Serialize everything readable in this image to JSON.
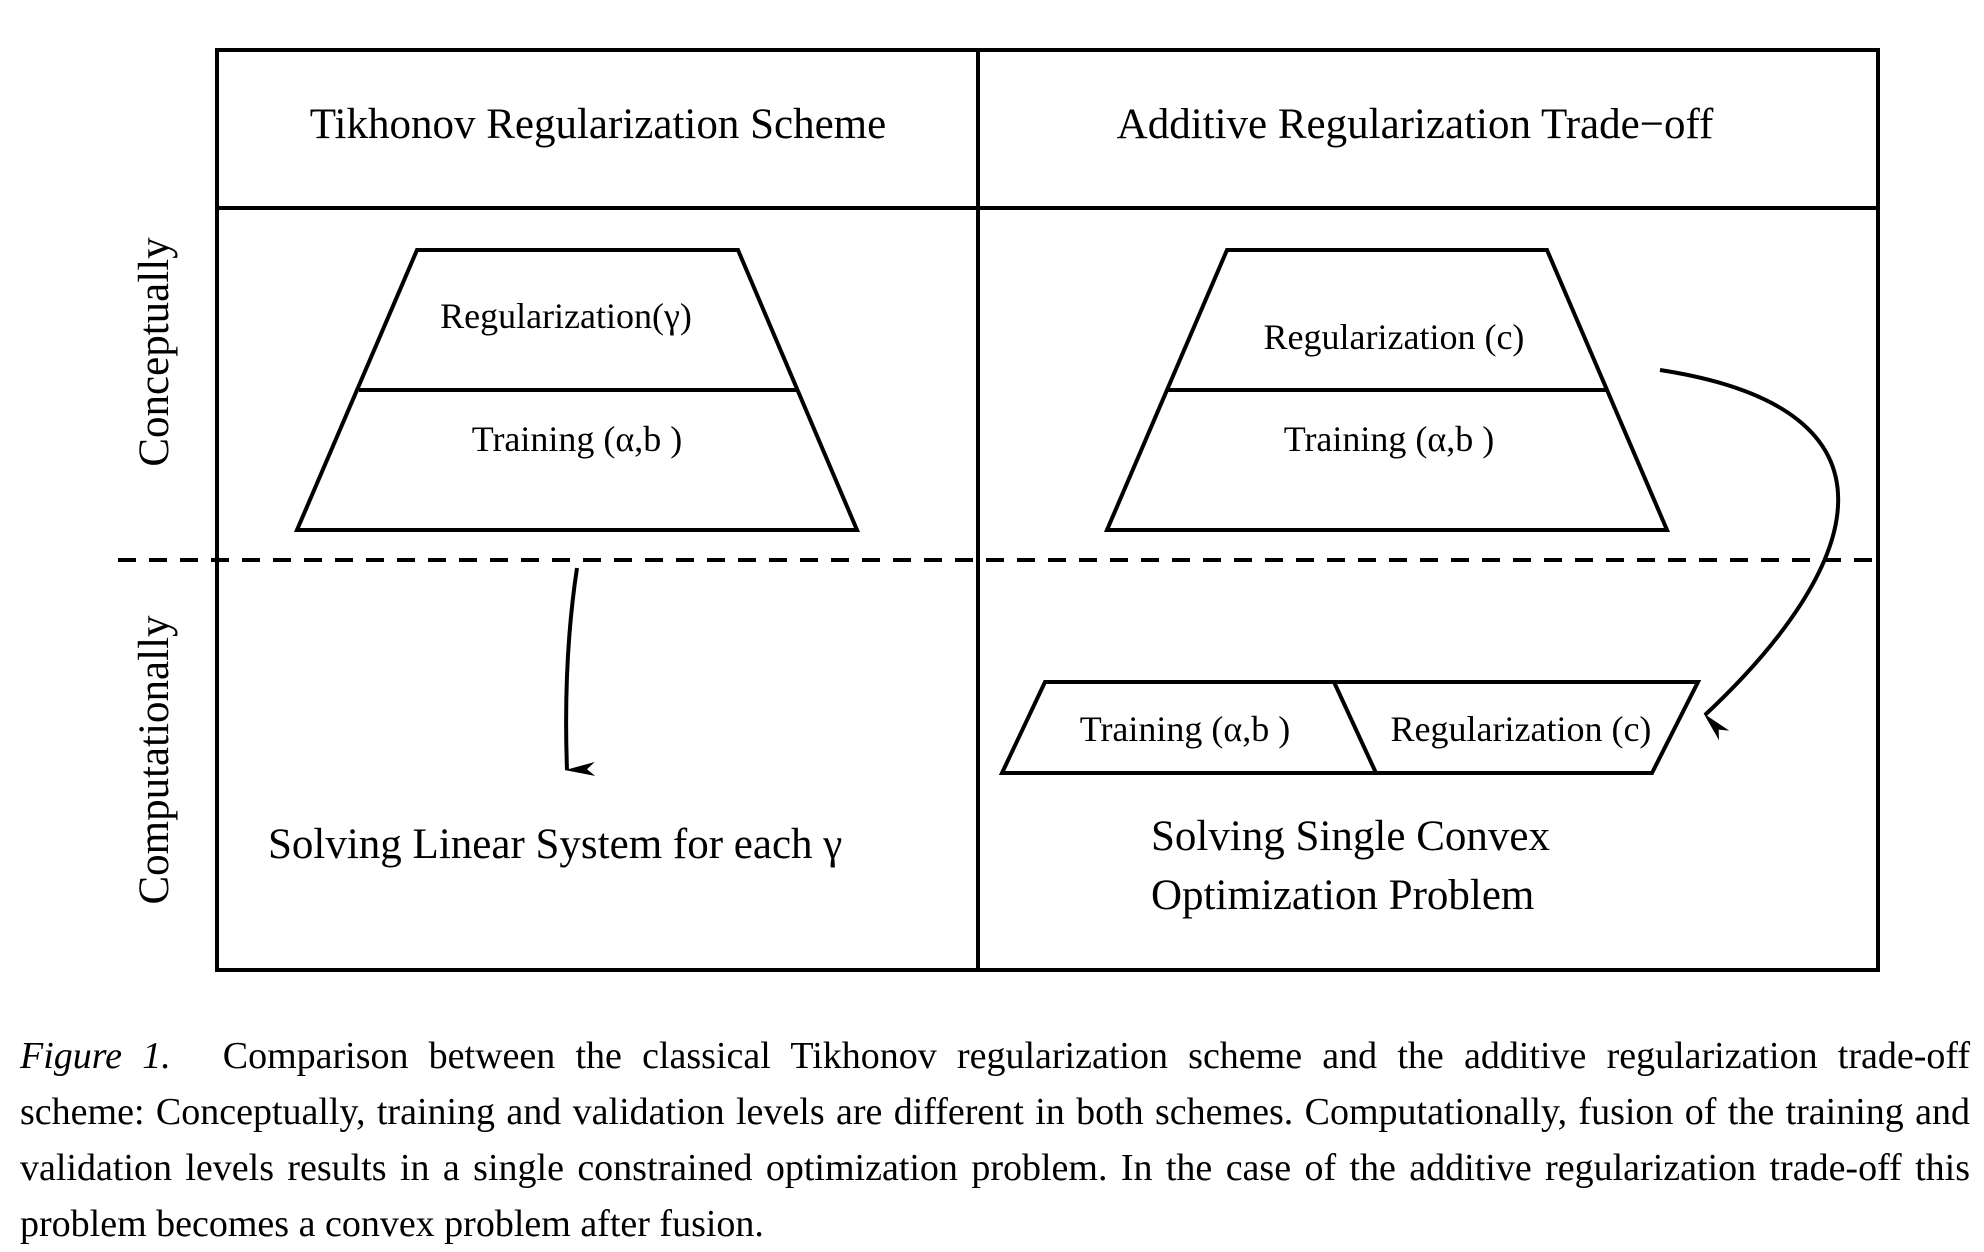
{
  "columns": {
    "left_header": "Tikhonov Regularization Scheme",
    "right_header": "Additive Regularization Trade−off"
  },
  "rows": {
    "top_label": "Conceptually",
    "bottom_label": "Computationally"
  },
  "left_trapezoid": {
    "top_text": "Regularization(γ)",
    "bottom_text": "Training (α,b )"
  },
  "right_trapezoid": {
    "top_text": "Regularization (c)",
    "bottom_text": "Training (α,b )"
  },
  "fused_box": {
    "left_text": "Training (α,b )",
    "right_text": "Regularization (c)"
  },
  "left_result": "Solving Linear System for each γ",
  "right_result": {
    "line1": "Solving Single Convex",
    "line2": "Optimization Problem"
  },
  "caption": {
    "label": "Figure 1.",
    "text": "Comparison between the classical Tikhonov regularization scheme and the additive regularization trade-off scheme: Conceptually, training and validation levels are different in both schemes. Computationally, fusion of the training and validation levels results in a single constrained optimization problem. In the case of the additive regularization trade-off this problem becomes a convex problem after fusion."
  }
}
